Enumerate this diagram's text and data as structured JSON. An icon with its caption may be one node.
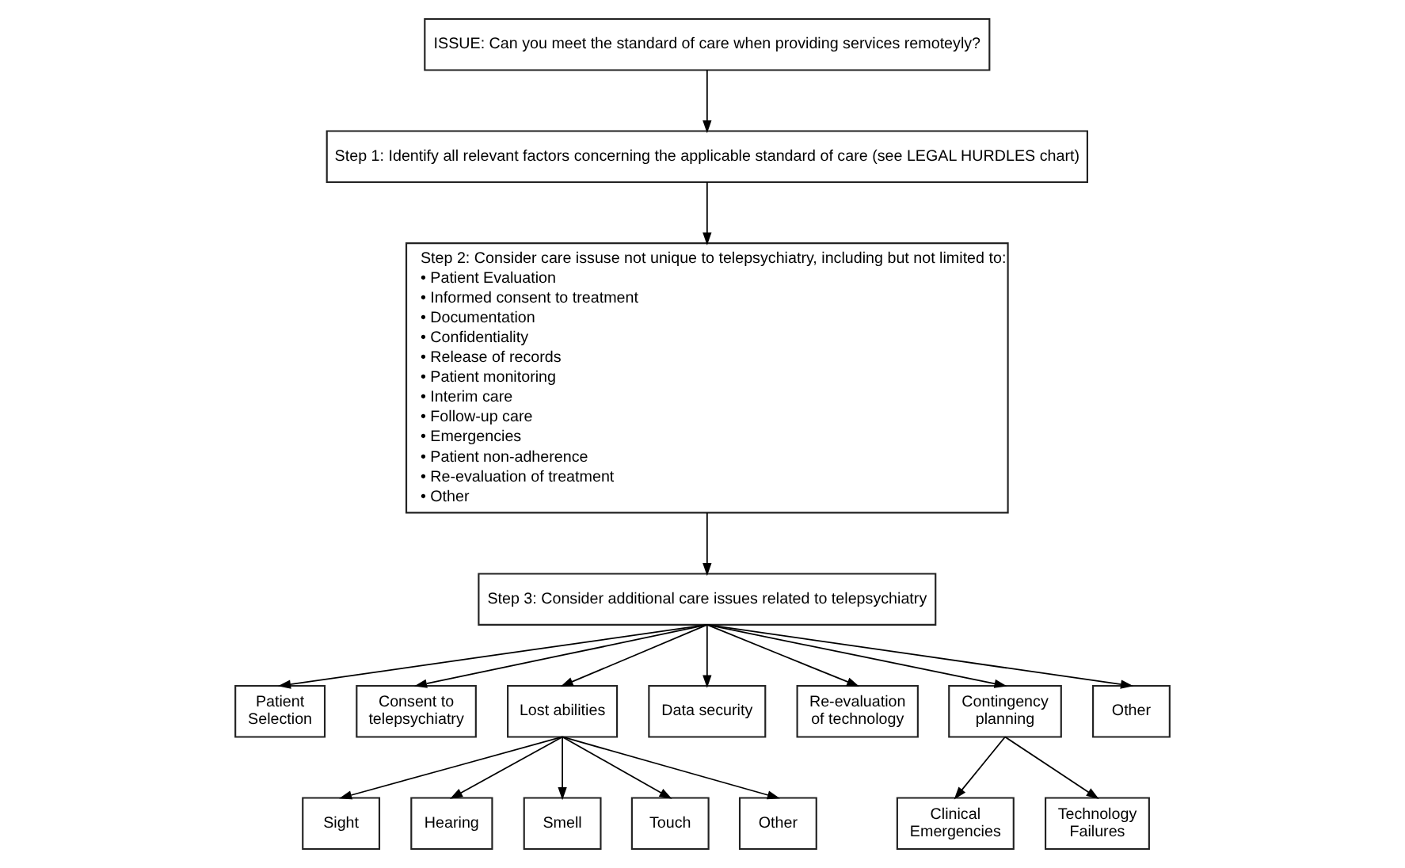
{
  "diagram": {
    "nodes": [
      {
        "text": [
          "ISSUE: Can you meet the standard of care when providing services remoteyly?"
        ]
      },
      {
        "text": [
          "Step 1: Identify all relevant factors concerning the applicable standard of care (see LEGAL HURDLES chart)"
        ]
      },
      {
        "text": [
          "Step 2: Consider care issuse not unique to telepsychiatry, including but not limited to:",
          "• Patient Evaluation",
          "• Informed consent to treatment",
          "• Documentation",
          "• Confidentiality",
          "• Release of records",
          "• Patient monitoring",
          "• Interim care",
          "• Follow-up care",
          "• Emergencies",
          "• Patient non-adherence",
          "• Re-evaluation of treatment",
          "• Other"
        ]
      },
      {
        "text": [
          "Step 3: Consider additional care issues related to telepsychiatry"
        ]
      },
      {
        "text": [
          "Patient Selection"
        ]
      },
      {
        "text": [
          "Consent to telepsychiatry"
        ]
      },
      {
        "text": [
          "Lost abilities"
        ]
      },
      {
        "text": [
          "Data security"
        ]
      },
      {
        "text": [
          "Re-evaluation of technology"
        ]
      },
      {
        "text": [
          "Contingency planning"
        ]
      },
      {
        "text": [
          "Other"
        ]
      },
      {
        "text": [
          "Sight"
        ]
      },
      {
        "text": [
          "Hearing"
        ]
      },
      {
        "text": [
          "Smell"
        ]
      },
      {
        "text": [
          "Touch"
        ]
      },
      {
        "text": [
          "Other"
        ]
      },
      {
        "text": [
          "Clinical Emergencies"
        ]
      },
      {
        "text": [
          "Technology Failures"
        ]
      }
    ],
    "edges": [
      {
        "from": 0,
        "to": 1,
        "arrow": "to"
      },
      {
        "from": 1,
        "to": 2,
        "arrow": "to"
      },
      {
        "from": 2,
        "to": 3,
        "arrow": "to"
      },
      {
        "from": 3,
        "to": 4,
        "arrow": "to"
      },
      {
        "from": 3,
        "to": 5,
        "arrow": "to"
      },
      {
        "from": 3,
        "to": 6,
        "arrow": "to"
      },
      {
        "from": 3,
        "to": 7,
        "arrow": "to"
      },
      {
        "from": 3,
        "to": 8,
        "arrow": "to"
      },
      {
        "from": 3,
        "to": 9,
        "arrow": "to"
      },
      {
        "from": 3,
        "to": 10,
        "arrow": "to"
      },
      {
        "from": 6,
        "to": 11,
        "arrow": "to"
      },
      {
        "from": 6,
        "to": 12,
        "arrow": "to"
      },
      {
        "from": 6,
        "to": 13,
        "arrow": "to"
      },
      {
        "from": 6,
        "to": 14,
        "arrow": "to"
      },
      {
        "from": 6,
        "to": 15,
        "arrow": "to"
      },
      {
        "from": 9,
        "to": 16,
        "arrow": "to"
      },
      {
        "from": 9,
        "to": 17,
        "arrow": "to"
      }
    ]
  }
}
